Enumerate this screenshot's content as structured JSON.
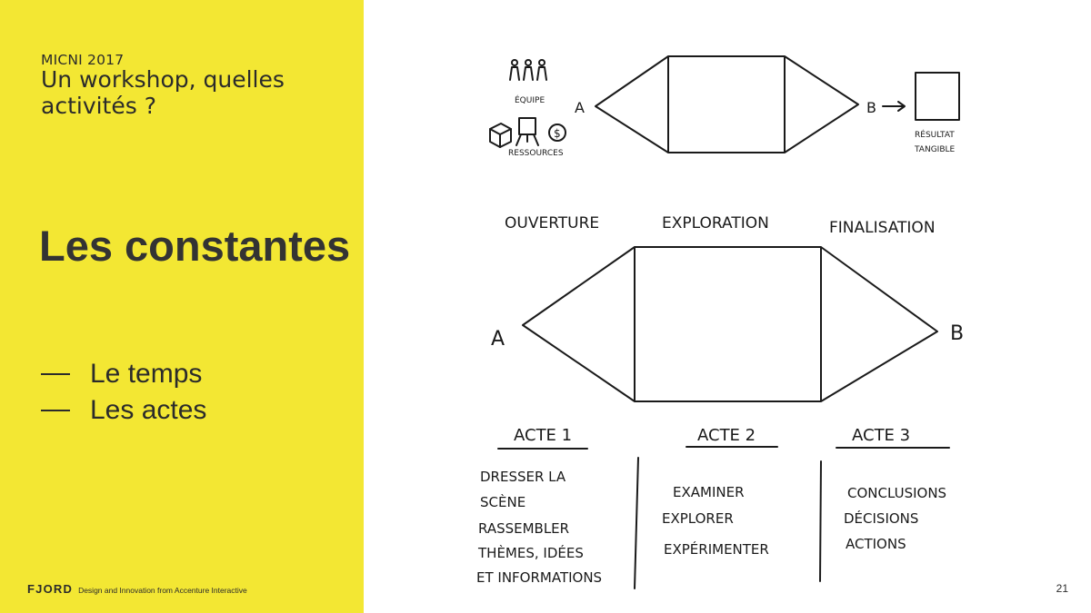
{
  "slide": {
    "event": "MICNI 2017",
    "subtitle": "Un workshop, quelles activités ?",
    "headline": "Les constantes",
    "bullets": [
      "Le temps",
      "Les actes"
    ],
    "brand": {
      "logo": "FJORD",
      "tagline": "Design and Innovation from Accenture Interactive"
    },
    "page_number": "21"
  },
  "diagram": {
    "top": {
      "team_label": "ÉQUIPE",
      "resources_label": "RESSOURCES",
      "point_a": "A",
      "point_b": "B",
      "result_label_line1": "RÉSULTAT",
      "result_label_line2": "TANGIBLE"
    },
    "phases": [
      "OUVERTURE",
      "EXPLORATION",
      "FINALISATION"
    ],
    "main": {
      "point_a": "A",
      "point_b": "B"
    },
    "acts": [
      {
        "title": "ACTE 1",
        "lines": [
          "DRESSER LA",
          "SCÈNE",
          "RASSEMBLER",
          "THÈMES, IDÉES",
          "ET INFORMATIONS"
        ]
      },
      {
        "title": "ACTE 2",
        "lines": [
          "EXAMINER",
          "EXPLORER",
          "EXPÉRIMENTER"
        ]
      },
      {
        "title": "ACTE 3",
        "lines": [
          "CONCLUSIONS",
          "DÉCISIONS",
          "ACTIONS"
        ]
      }
    ]
  }
}
